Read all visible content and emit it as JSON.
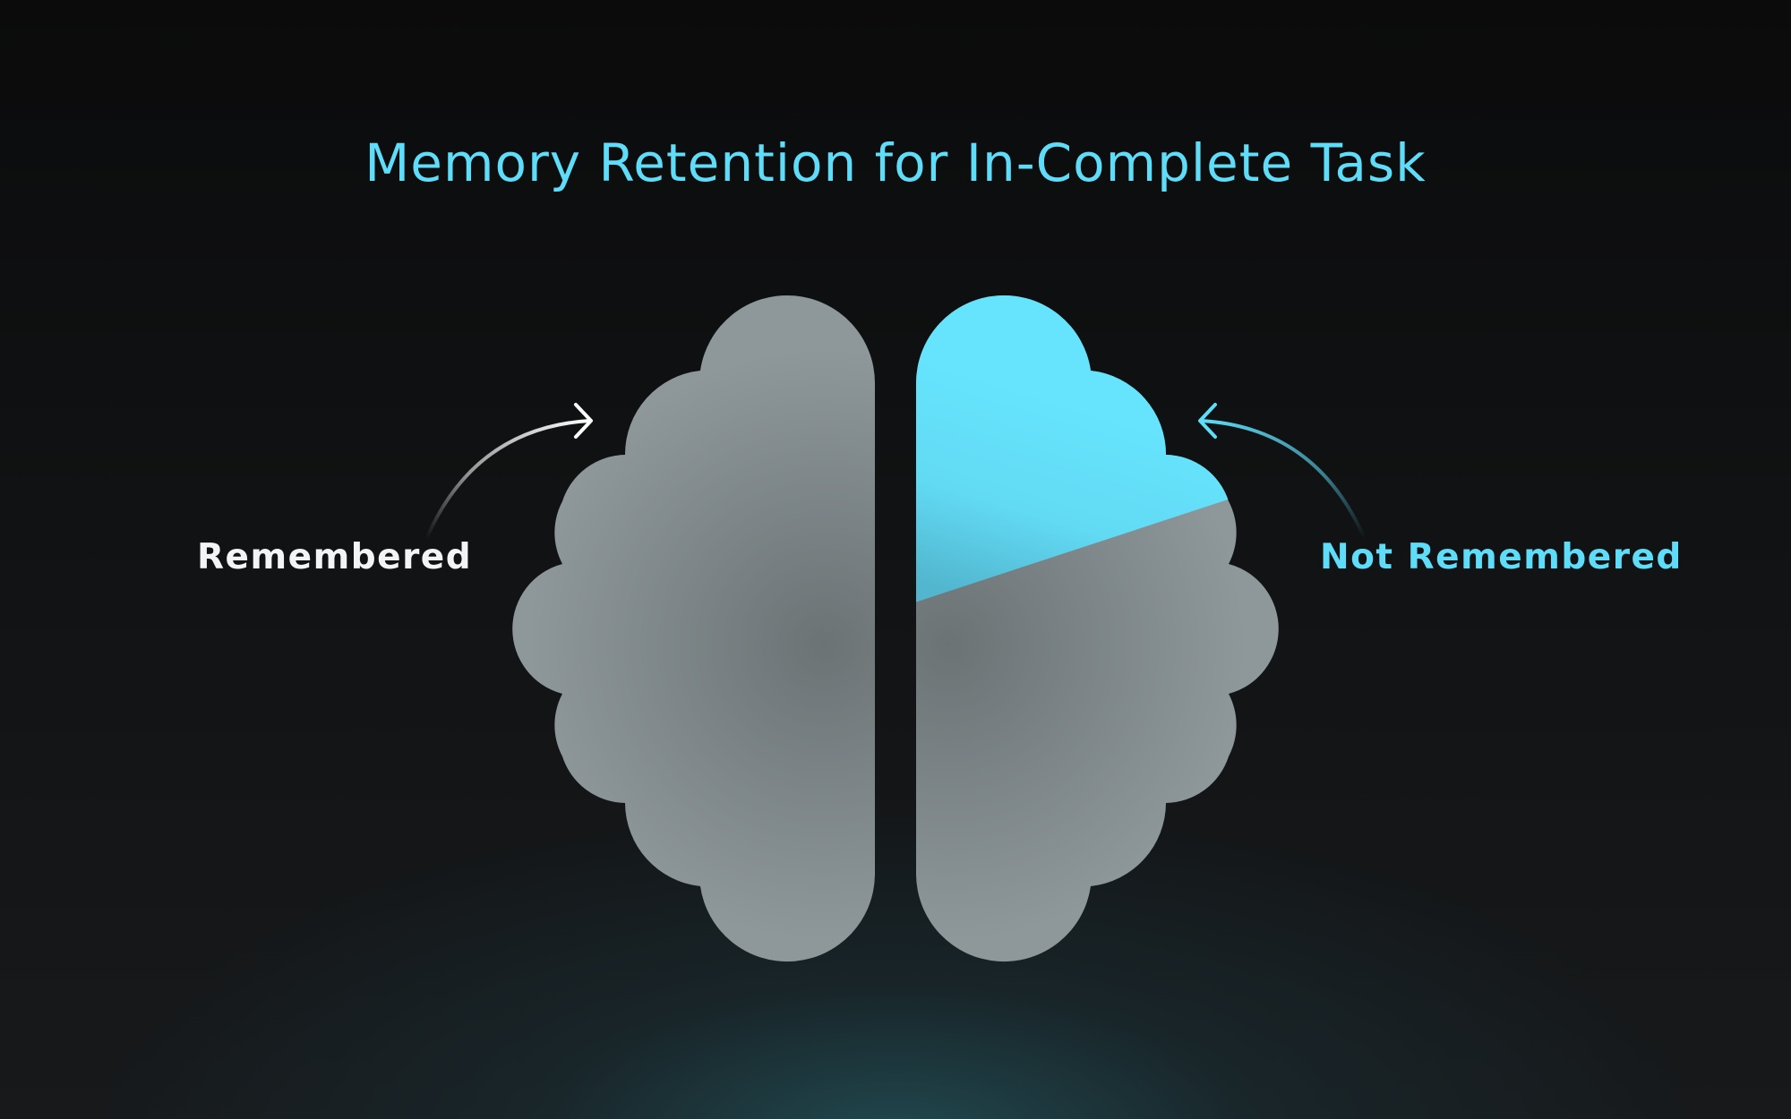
{
  "title": "Memory Retention for In-Complete Task",
  "labels": {
    "left": "Remembered",
    "right": "Not Remembered"
  },
  "colors": {
    "background": "#0c0d0e",
    "accent": "#5fdcf8",
    "brain_gray": "#868e91",
    "label_left": "#f2f4f5"
  },
  "icons": {
    "left_arrow": "curved-arrow-right-icon",
    "right_arrow": "curved-arrow-left-icon",
    "brain": "brain-icon"
  }
}
